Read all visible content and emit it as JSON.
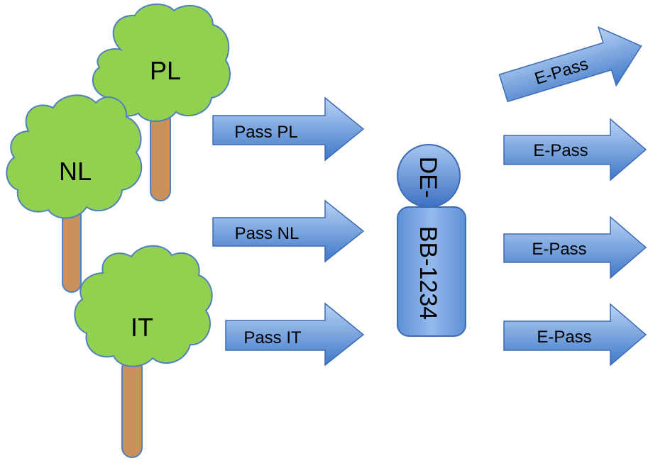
{
  "trees": [
    {
      "id": "tree-pl",
      "label": "PL"
    },
    {
      "id": "tree-nl",
      "label": "NL"
    },
    {
      "id": "tree-it",
      "label": "IT"
    }
  ],
  "input_arrows": [
    {
      "id": "pass-pl",
      "label": "Pass PL"
    },
    {
      "id": "pass-nl",
      "label": "Pass NL"
    },
    {
      "id": "pass-it",
      "label": "Pass IT"
    }
  ],
  "hub": {
    "top_label": "DE-",
    "bottom_label": "BB-1234"
  },
  "output_arrows": [
    {
      "id": "epass-1",
      "label": "E-Pass"
    },
    {
      "id": "epass-2",
      "label": "E-Pass"
    },
    {
      "id": "epass-3",
      "label": "E-Pass"
    },
    {
      "id": "epass-4",
      "label": "E-Pass"
    }
  ],
  "colors": {
    "foliage": "#92D050",
    "foliage_stroke": "#4F81BD",
    "trunk": "#C8915E",
    "trunk_stroke": "#4F81BD",
    "arrow_light": "#A7C7F2",
    "arrow_dark": "#3F78C8",
    "arrow_stroke": "#3B6BB5"
  }
}
